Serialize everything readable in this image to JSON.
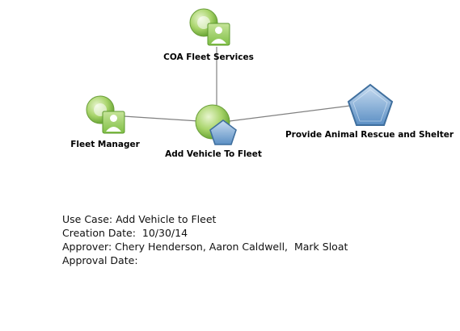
{
  "diagram": {
    "actors": {
      "coa_fleet_services": "COA Fleet Services",
      "fleet_manager": "Fleet Manager"
    },
    "use_case": "Add Vehicle To Fleet",
    "goal": "Provide Animal Rescue and Shelter"
  },
  "info": {
    "use_case_line": "Use Case: Add Vehicle to Fleet",
    "creation_date_line": "Creation Date:  10/30/14",
    "approver_line": "Approver: Chery Henderson, Aaron Caldwell,  Mark Sloat",
    "approval_date_line": "Approval Date:"
  },
  "colors": {
    "green_light": "#d4eaa8",
    "green_dark": "#6fae35",
    "blue_light": "#a9c8e6",
    "blue_dark": "#3f6f9e",
    "connector": "#808080"
  }
}
